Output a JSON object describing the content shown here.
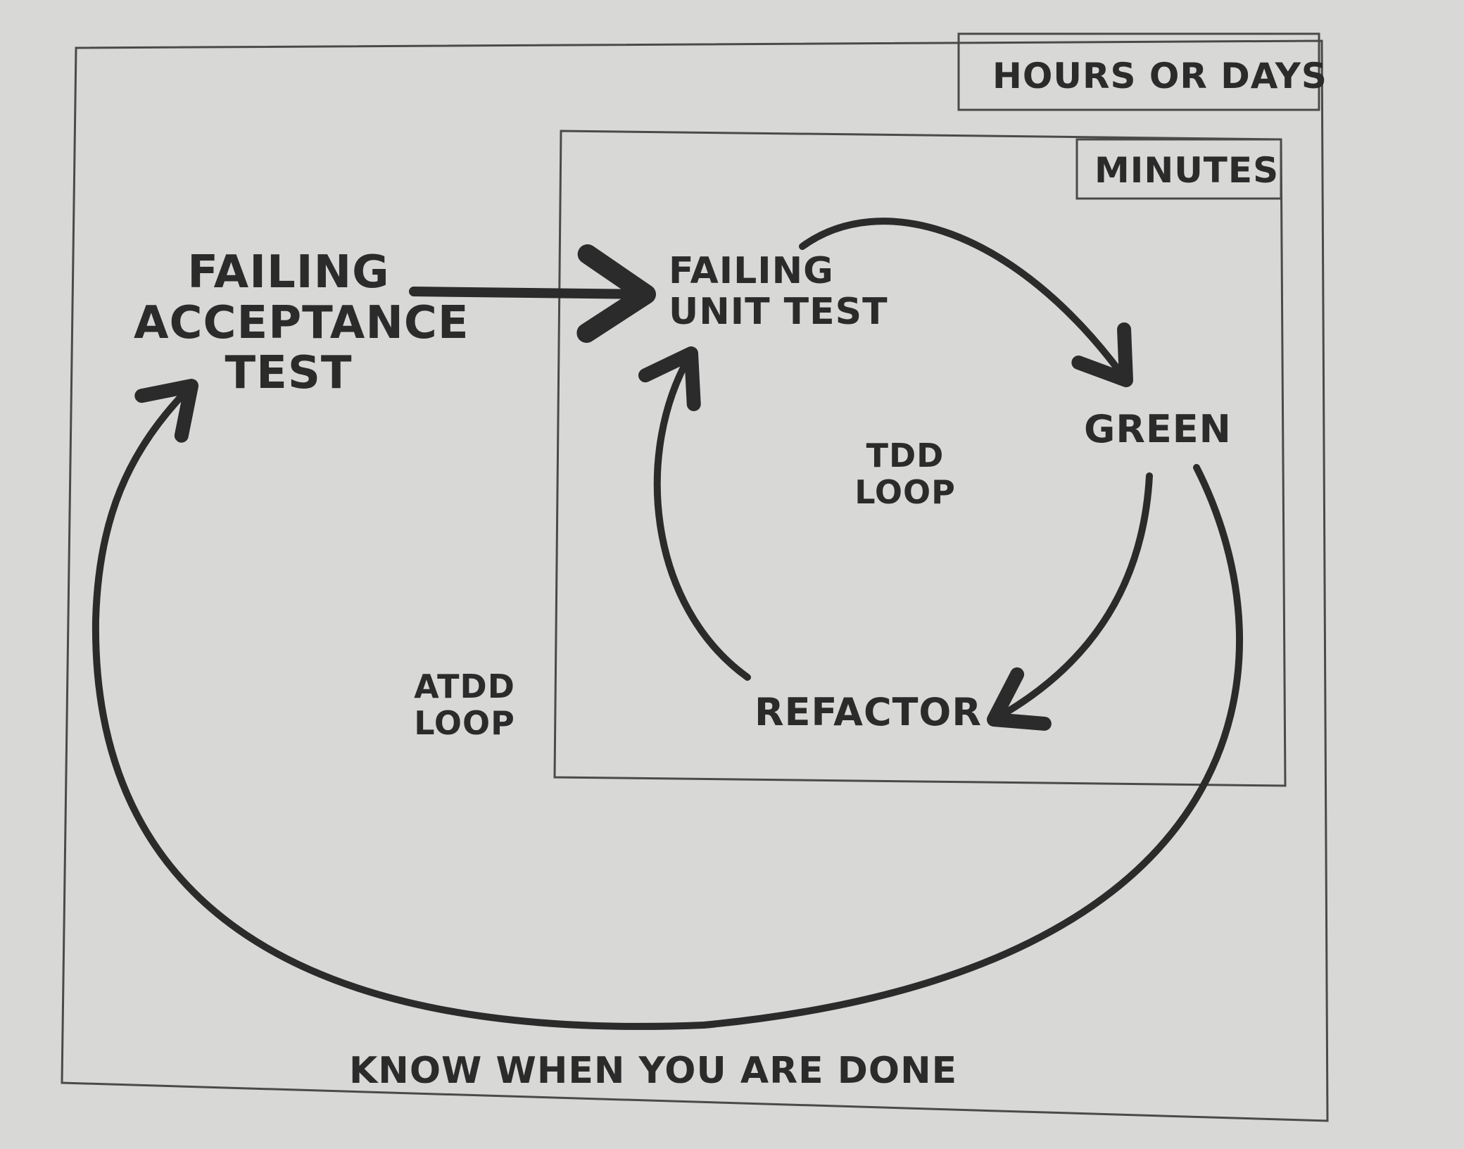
{
  "diagram": {
    "outer_frame_label": "HOURS OR DAYS",
    "inner_frame_label": "MINUTES",
    "nodes": {
      "acceptance": [
        "FAILING",
        "ACCEPTANCE",
        "TEST"
      ],
      "unit": [
        "FAILING",
        "UNIT TEST"
      ],
      "green": "GREEN",
      "refactor": "REFACTOR"
    },
    "loops": {
      "tdd": [
        "TDD",
        "LOOP"
      ],
      "atdd": [
        "ATDD",
        "LOOP"
      ]
    },
    "footer": "KNOW WHEN YOU ARE DONE",
    "colors": {
      "ink": "#2b2b2b",
      "paper": "#d8d8d6",
      "frame": "#cfcfcd"
    }
  }
}
